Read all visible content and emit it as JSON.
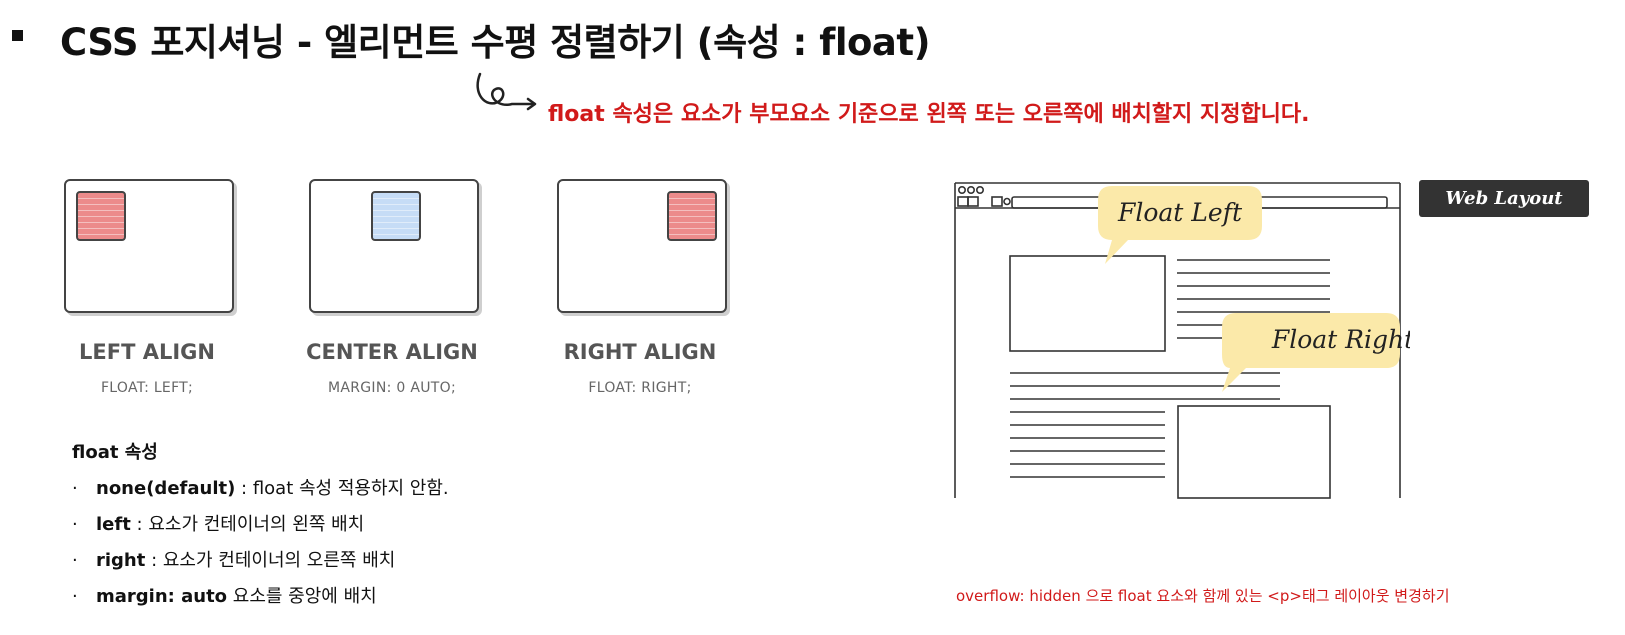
{
  "header": {
    "title": "CSS 포지셔닝 - 엘리먼트 수평 정렬하기 (속성 : float)",
    "subtitle": "float 속성은 요소가 부모요소 기준으로 왼쪽 또는 오른쪽에 배치할지 지정합니다."
  },
  "examples": [
    {
      "label": "LEFT ALIGN",
      "code": "FLOAT: LEFT;",
      "note_color": "#ec8b8b"
    },
    {
      "label": "CENTER ALIGN",
      "code": "MARGIN: 0 AUTO;",
      "note_color": "#c6dcf6"
    },
    {
      "label": "RIGHT ALIGN",
      "code": "FLOAT: RIGHT;",
      "note_color": "#ec8b8b"
    }
  ],
  "properties": {
    "heading": "float 속성",
    "items": [
      {
        "term": "none(default)",
        "desc": " : float 속성 적용하지 안함."
      },
      {
        "term": "left",
        "desc": " : 요소가 컨테이너의 왼쪽 배치"
      },
      {
        "term": "right",
        "desc": " : 요소가 컨테이너의 오른쪽 배치"
      },
      {
        "term": "margin: auto",
        "desc": " 요소를 중앙에 배치"
      }
    ]
  },
  "diagram": {
    "badge": "Web Layout",
    "float_left_label": "Float Left",
    "float_right_label": "Float Right",
    "bubble_color": "#fbe9a9"
  },
  "footer_note": "overflow: hidden 으로 float 요소와 함께 있는 <p>태그 레이아웃 변경하기"
}
